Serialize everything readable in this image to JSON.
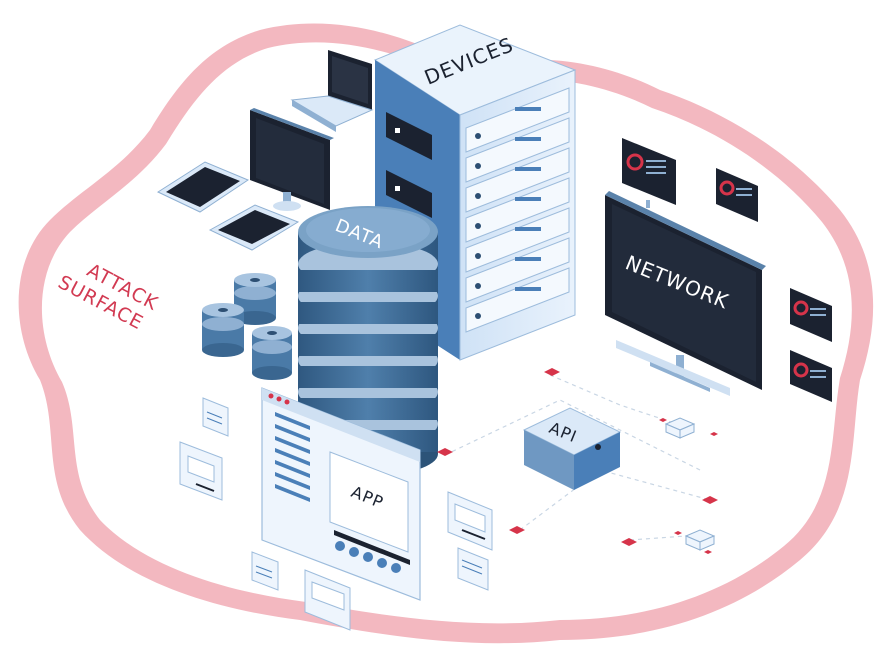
{
  "labels": {
    "attack_line1": "ATTACK",
    "attack_line2": "SURFACE",
    "devices": "DEVICES",
    "data": "DATA",
    "network": "NETWORK",
    "api": "API",
    "app": "APP"
  },
  "colors": {
    "blob_outer": "#f6c9cf",
    "blob_inner": "#ffffff",
    "attack_text": "#d23a52",
    "server_front": "#dbe9f8",
    "server_side": "#4a7fb8",
    "server_top": "#eaf3fc",
    "dark_screen": "#1b2230",
    "db_body": "#3f6e9a",
    "db_top": "#7aa2c6",
    "red_dot": "#d6344a",
    "panel_light": "#eef5fd"
  }
}
